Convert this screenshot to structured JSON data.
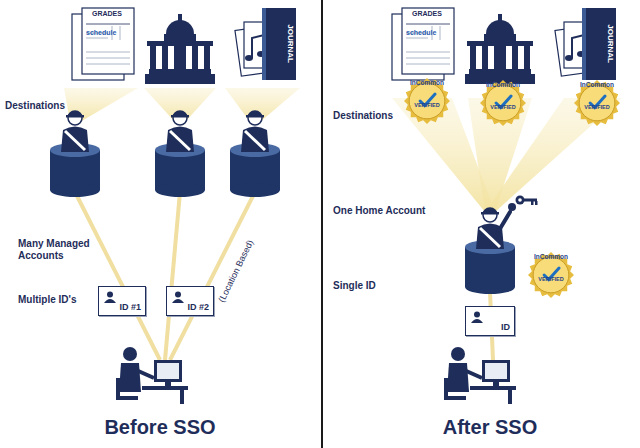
{
  "diagram": {
    "nodes": [
      {
        "text": [
          "ID #1"
        ]
      },
      {
        "text": [
          "ID #2"
        ]
      },
      {
        "text": [
          "InCommon",
          "VERIFIED"
        ]
      },
      {
        "text": [
          "InCommon",
          "VERIFIED"
        ]
      },
      {
        "text": [
          "InCommon",
          "VERIFIED"
        ]
      },
      {
        "text": [
          "InCommon",
          "VERIFIED"
        ]
      },
      {
        "text": [
          "ID"
        ]
      }
    ],
    "labels": [
      "Destinations",
      "Many Managed Accounts",
      "Multiple ID's",
      "(Location Based)",
      "Before SSO",
      "Destinations",
      "One Home Account",
      "Single ID",
      "After SSO",
      "GRADES",
      "schedule",
      "JOURNAL",
      "GRADES",
      "schedule",
      "JOURNAL"
    ]
  }
}
